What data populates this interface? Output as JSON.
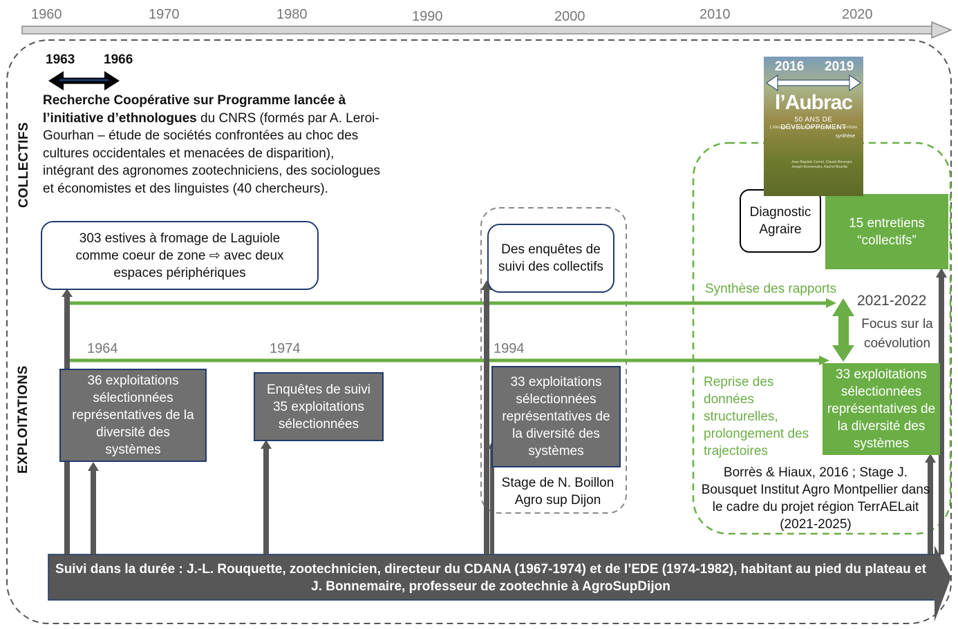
{
  "timeline": {
    "years": [
      "1960",
      "1970",
      "1980",
      "1990",
      "2000",
      "2010",
      "2020"
    ]
  },
  "side_labels": {
    "collectifs": "COLLECTIFS",
    "exploitations": "EXPLOITATIONS"
  },
  "period_1963": {
    "start": "1963",
    "end": "1966"
  },
  "intro": {
    "bold_part": "Recherche Coopérative sur Programme lancée à l’initiative d’ethnologues",
    "rest": " du CNRS (formés par A. Leroi-Gourhan – étude de sociétés confrontées au choc des cultures occidentales et menacées de disparition), intégrant des agronomes zootechniciens, des sociologues et économistes et des linguistes (40 chercheurs)."
  },
  "collectifs": {
    "box_1963": "303 estives à fromage de Laguiole comme coeur de zone ⇨ avec deux espaces périphériques",
    "box_1994": "Des enquêtes de suivi des collectifs",
    "diagnostic": "Diagnostic Agraire",
    "entretiens": "15 entretiens “collectifs”"
  },
  "exploitations": {
    "year_1964": "1964",
    "year_1974": "1974",
    "year_1994": "1994",
    "box_1964": "36 exploitations sélectionnées représentatives de la diversité des systèmes",
    "box_1974": "Enquêtes de suivi 35 exploitations sélectionnées",
    "box_1994": "33 exploitations sélectionnées représentatives de la diversité des systèmes",
    "box_2021": "33 exploitations sélectionnées représentatives de la diversité des systèmes",
    "stage_1994": "Stage de N. Boillon Agro sup Dijon"
  },
  "recent": {
    "cover": {
      "year_start": "2016",
      "year_end": "2019",
      "title": "l’Aubrac",
      "subtitle": "50 ANS DE DÉVELOPPEMENT",
      "subtitle2": "L'élevage à la rencontre des enjeux du territoire",
      "synthese": "synthèse",
      "authors": "Jean-Baptiste Cornet, Claude Béranger, Joseph Bonnemaire, Rachel Bourdin"
    },
    "synthese_rapports": "Synthèse des rapports",
    "years_2021": "2021-2022",
    "focus": "Focus sur la coévolution",
    "reprise": "Reprise des données structurelles, prolongement des trajectoires",
    "borres": "Borrès & Hiaux, 2016 ; Stage  J. Bousquet Institut Agro Montpellier dans le cadre du projet région TerrAELait (2021-2025)"
  },
  "suivi": "Suivi dans la durée :  J.-L. Rouquette, zootechnicien, directeur du CDANA (1967-1974) et de l’EDE (1974-1982), habitant au pied du plateau  et J. Bonnemaire, professeur de zootechnie à AgroSupDijon",
  "colors": {
    "green": "#6aae45",
    "gray": "#707070",
    "navy": "#1f3a6e",
    "dark": "#5b5b5b"
  }
}
